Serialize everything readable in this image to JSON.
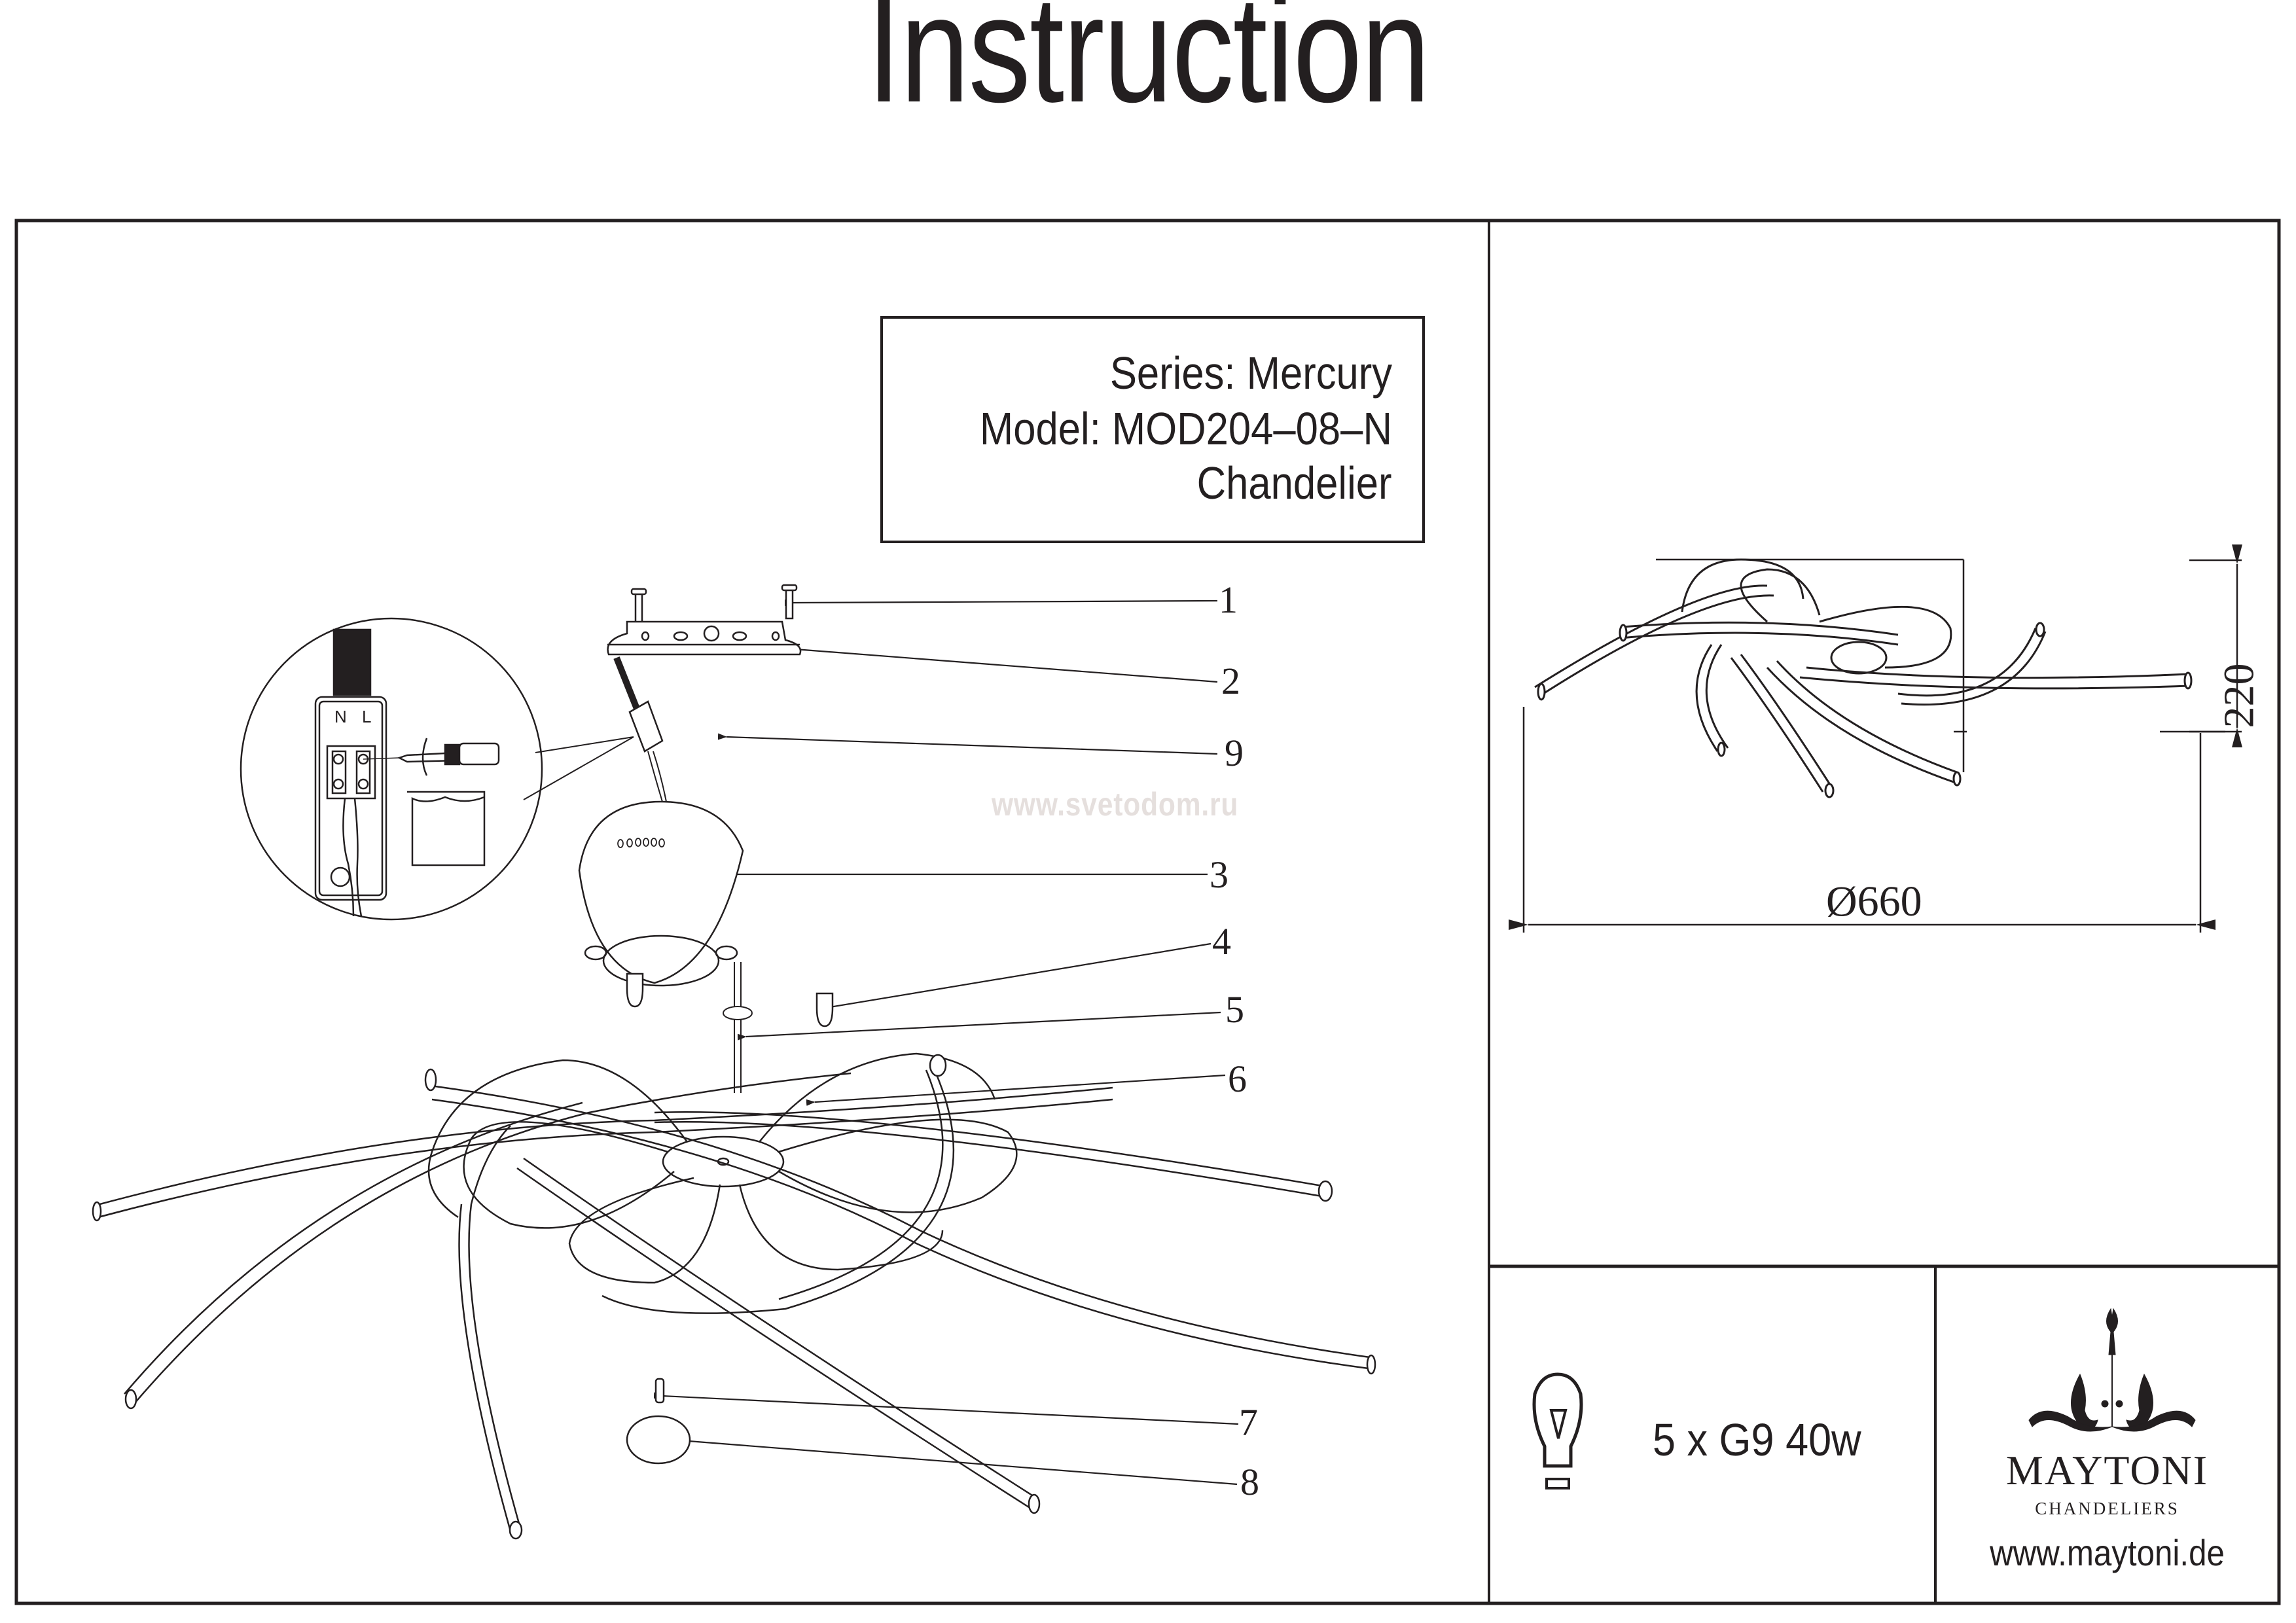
{
  "document": {
    "title": "Instruction"
  },
  "product_info": {
    "series": "Series: Mercury",
    "model": "Model: MOD204–08–N",
    "type": "Chandelier"
  },
  "watermark": "www.svetodom.ru",
  "exploded_view": {
    "parts": [
      {
        "number": "1",
        "description": "screws"
      },
      {
        "number": "2",
        "description": "mounting-bracket"
      },
      {
        "number": "9",
        "description": "terminal-block"
      },
      {
        "number": "3",
        "description": "canopy"
      },
      {
        "number": "4",
        "description": "decorative-nuts"
      },
      {
        "number": "5",
        "description": "wire-bundle"
      },
      {
        "number": "6",
        "description": "arm-frame"
      },
      {
        "number": "7",
        "description": "threaded-rod"
      },
      {
        "number": "8",
        "description": "cover-cap"
      }
    ],
    "wiring_detail": {
      "terminal_labels": [
        "N",
        "L"
      ]
    }
  },
  "dimensions": {
    "height": "220",
    "diameter": "Ø660"
  },
  "lamp": {
    "icon": "light-bulb-icon",
    "spec": "5 x G9 40w"
  },
  "brand": {
    "logo": "chandelier-logo-icon",
    "name": "MAYTONI",
    "subtitle": "CHANDELIERS",
    "url": "www.maytoni.de"
  },
  "colors": {
    "ink": "#231f20",
    "watermark": "#e5dfdd",
    "background": "#ffffff"
  }
}
